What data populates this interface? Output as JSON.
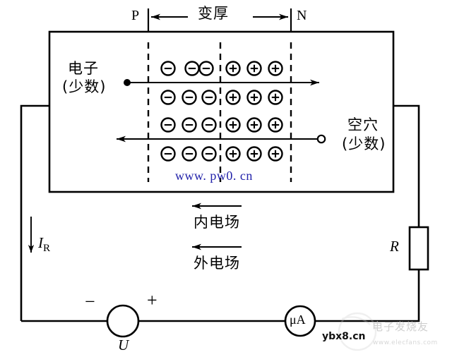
{
  "figure": {
    "title_region": {
      "p_label": "P",
      "n_label": "N",
      "center_label": "变厚"
    },
    "carriers": {
      "electron_label_line1": "电子",
      "electron_label_line2": "(少数)",
      "hole_label_line1": "空穴",
      "hole_label_line2": "(少数)"
    },
    "charges": {
      "negative_symbol": "−",
      "positive_symbol": "+",
      "rows": 4,
      "negatives_per_row": 3,
      "positives_per_row": 3
    },
    "fields": {
      "internal_label": "内电场",
      "external_label": "外电场"
    },
    "circuit": {
      "current_label": "I",
      "current_subscript": "R",
      "resistor_label": "R",
      "source_label": "U",
      "source_minus": "−",
      "source_plus": "+",
      "meter_label": "μA"
    },
    "watermarks": {
      "center_blue": "www. pw0. cn",
      "bottom_right": "ybx8.cn",
      "brand_cn": "电子发烧友",
      "brand_url": "www.elecfans.com"
    },
    "colors": {
      "line": "#000000",
      "background": "#ffffff",
      "watermark_blue": "#2222aa",
      "watermark_grey": "#d4d4d4"
    }
  }
}
